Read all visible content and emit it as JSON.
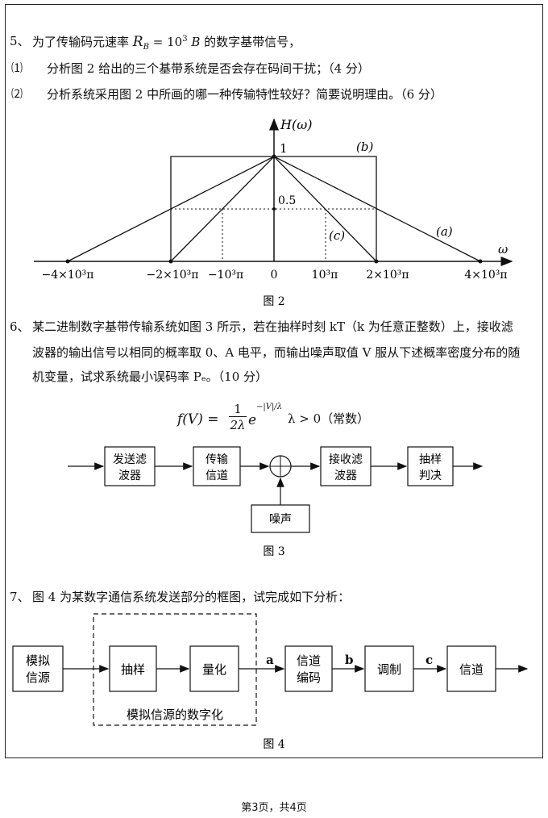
{
  "q5": {
    "num": "5、",
    "text_a": "为了传输码元速率",
    "rate_symbol": "R",
    "rate_sub": "B",
    "rate_eq": "= 10",
    "rate_exp": "3",
    "rate_unit": "B",
    "text_b": "的数字基带信号，",
    "items": [
      {
        "num": "⑴",
        "text": "分析图 2 给出的三个基带系统是否会存在码间干扰；（4 分）"
      },
      {
        "num": "⑵",
        "text": "分析系统采用图 2 中所画的哪一种传输特性较好？简要说明理由。（6 分）"
      }
    ],
    "fig": {
      "y_label": "H(ω)",
      "x_label": "ω",
      "one": "1",
      "half": "0.5",
      "zero": "0",
      "curve_a": "(a)",
      "curve_b": "(b)",
      "curve_c": "(c)",
      "ticks": [
        "−4×10³π",
        "−2×10³π",
        "−10³π",
        "0",
        "10³π",
        "2×10³π",
        "4×10³π"
      ],
      "caption": "图 2"
    }
  },
  "q6": {
    "num": "6、",
    "line1": "某二进制数字基带传输系统如图 3 所示，若在抽样时刻 kT（k 为任意正整数）上，接收滤",
    "line2": "波器的输出信号以相同的概率取 0、A 电平，而输出噪声取值 V 服从下述概率密度分布的随",
    "line3": "机变量，试求系统最小误码率 Pₑ。（10 分）",
    "formula": "f(V) = ",
    "formula_frac_num": "1",
    "formula_frac_den": "2λ",
    "formula_e": "e",
    "formula_exp": "−|V|/λ",
    "formula_cond": "λ > 0（常数）",
    "blocks": [
      "发送滤波器",
      "传输信道",
      "接收滤波器",
      "抽样判决"
    ],
    "block_lines": [
      [
        "发送滤",
        "波器"
      ],
      [
        "传输",
        "信道"
      ],
      [
        "接收滤",
        "波器"
      ],
      [
        "抽样",
        "判决"
      ]
    ],
    "noise": "噪声",
    "caption": "图 3"
  },
  "q7": {
    "num": "7、",
    "text": "图 4 为某数字通信系统发送部分的框图，试完成如下分析：",
    "src_lines": [
      "模拟",
      "信源"
    ],
    "sample": "抽样",
    "quant": "量化",
    "chcode_lines": [
      "信道",
      "编码"
    ],
    "modulate": "调制",
    "channel": "信道",
    "label_a": "a",
    "label_b": "b",
    "label_c": "c",
    "group_label": "模拟信源的数字化",
    "caption": "图 4"
  },
  "footer": "第3页，共4页"
}
